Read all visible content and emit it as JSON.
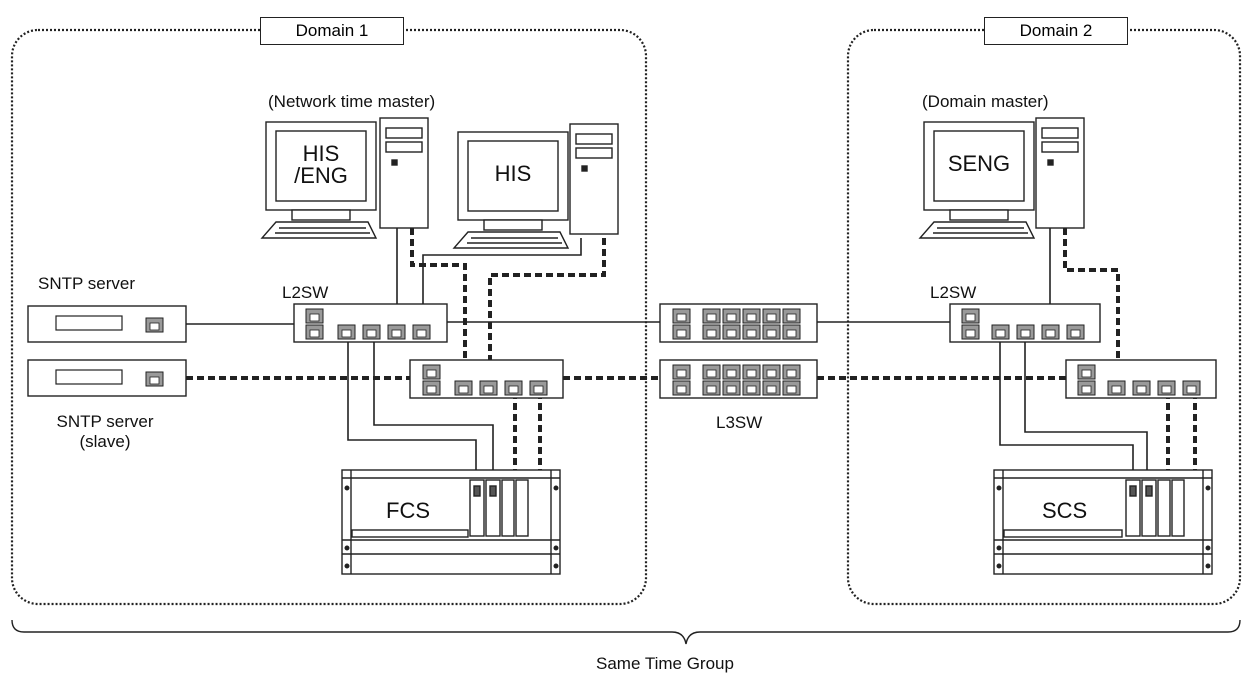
{
  "domains": [
    {
      "title": "Domain 1"
    },
    {
      "title": "Domain 2"
    }
  ],
  "labels": {
    "network_time_master": "(Network time master)",
    "domain_master": "(Domain master)",
    "his_eng_line1": "HIS",
    "his_eng_line2": "/ENG",
    "his": "HIS",
    "seng": "SENG",
    "sntp_server": "SNTP server",
    "sntp_server_slave_line1": "SNTP server",
    "sntp_server_slave_line2": "(slave)",
    "l2sw_domain1": "L2SW",
    "l2sw_domain2": "L2SW",
    "l3sw": "L3SW",
    "fcs": "FCS",
    "scs": "SCS",
    "group": "Same Time Group"
  },
  "legend_styles": {
    "primary_network": "solid",
    "secondary_network": "dashed"
  }
}
